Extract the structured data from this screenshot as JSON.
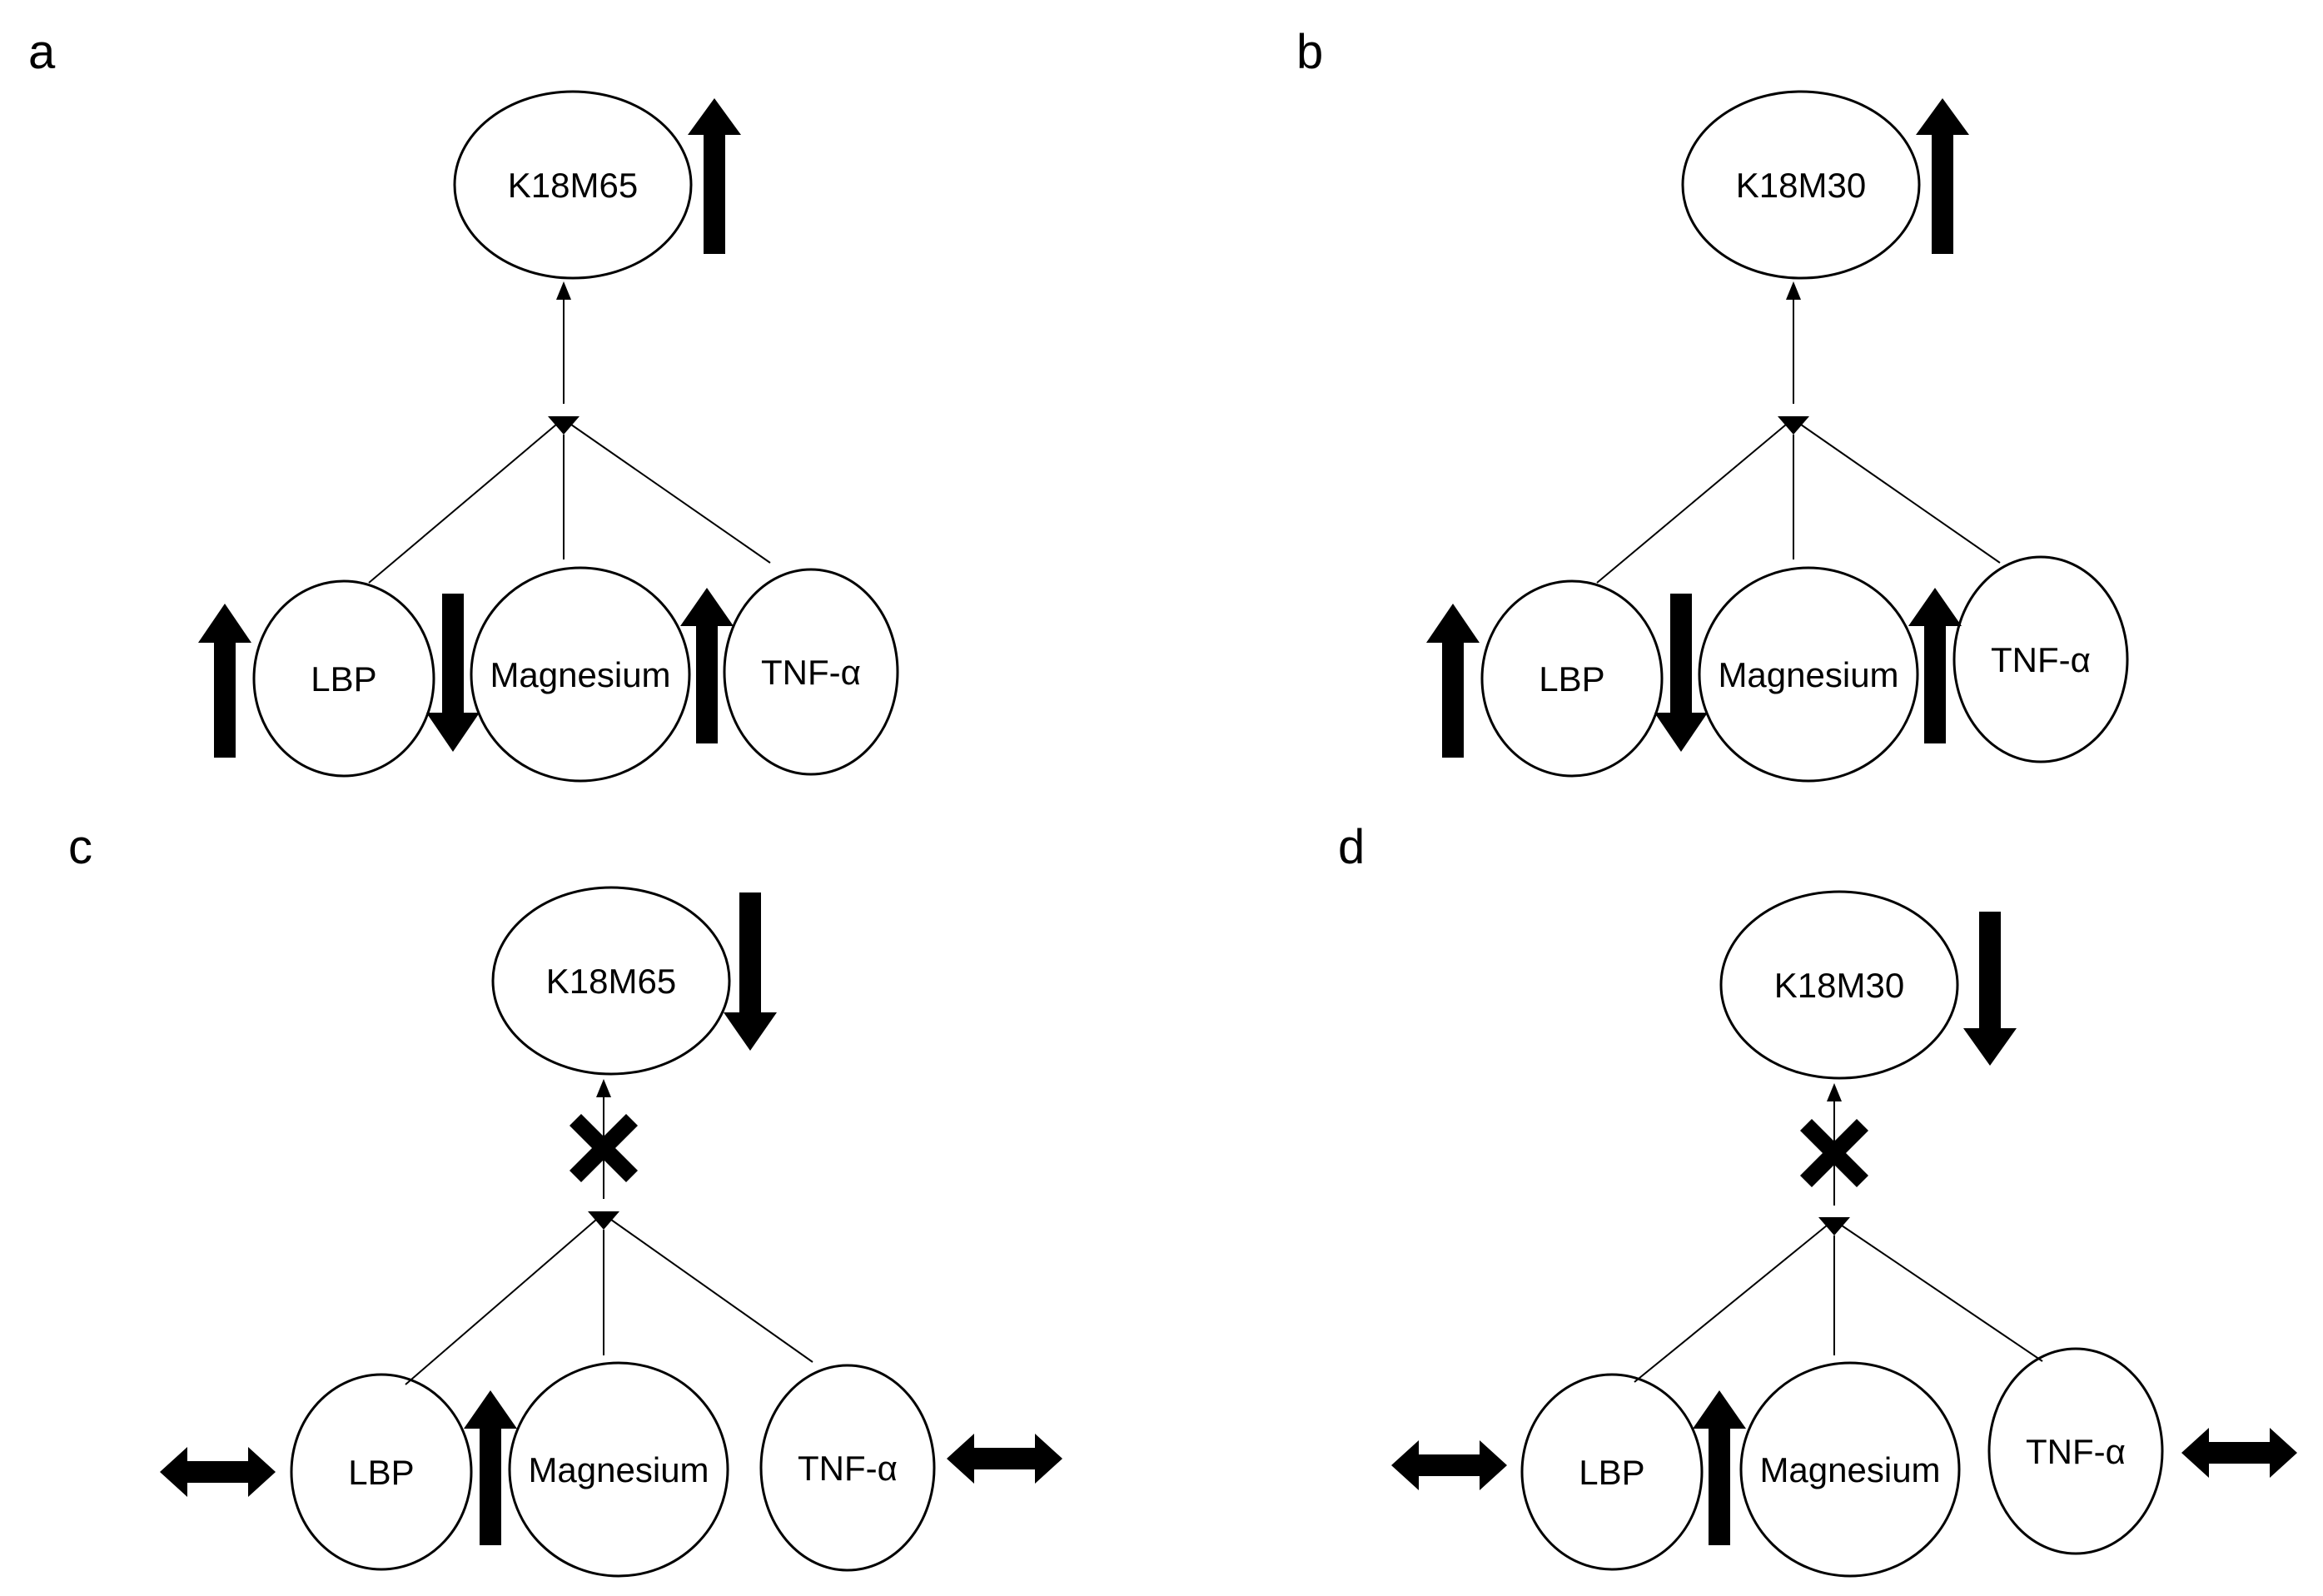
{
  "panels": [
    {
      "id": "a",
      "label": "a",
      "top": {
        "label": "K18M65",
        "change": "up"
      },
      "inputs": [
        {
          "label": "LBP",
          "change": "up"
        },
        {
          "label": "Magnesium",
          "change": "down"
        },
        {
          "label": "TNF-α",
          "change": "up"
        }
      ],
      "pathway_blocked": false
    },
    {
      "id": "b",
      "label": "b",
      "top": {
        "label": "K18M30",
        "change": "up"
      },
      "inputs": [
        {
          "label": "LBP",
          "change": "up"
        },
        {
          "label": "Magnesium",
          "change": "down"
        },
        {
          "label": "TNF-α",
          "change": "up"
        }
      ],
      "pathway_blocked": false
    },
    {
      "id": "c",
      "label": "c",
      "top": {
        "label": "K18M65",
        "change": "down"
      },
      "inputs": [
        {
          "label": "LBP",
          "change": "unchanged"
        },
        {
          "label": "Magnesium",
          "change": "up"
        },
        {
          "label": "TNF-α",
          "change": "unchanged"
        }
      ],
      "pathway_blocked": true
    },
    {
      "id": "d",
      "label": "d",
      "top": {
        "label": "K18M30",
        "change": "down"
      },
      "inputs": [
        {
          "label": "LBP",
          "change": "unchanged"
        },
        {
          "label": "Magnesium",
          "change": "up"
        },
        {
          "label": "TNF-α",
          "change": "unchanged"
        }
      ],
      "pathway_blocked": true
    }
  ],
  "colors": {
    "stroke": "#000000",
    "background": "#ffffff"
  }
}
